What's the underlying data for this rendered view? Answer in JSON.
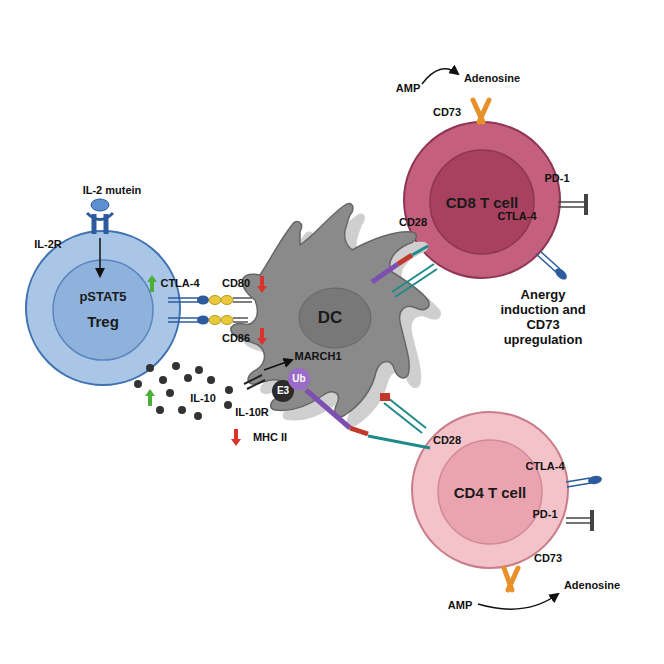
{
  "diagram": {
    "nodes": [
      {
        "text": [
          "CD8 T cell"
        ]
      },
      {
        "text": [
          "pSTAT5",
          "Treg"
        ]
      },
      {
        "text": [
          "DC"
        ]
      },
      {
        "text": [
          "E3"
        ],
        "in": 2
      },
      {
        "text": [
          "Ub"
        ],
        "in": 2
      },
      {
        "text": [
          "CD4 T cell"
        ]
      }
    ],
    "labels": [
      "AMP",
      "Adenosine",
      "CD73",
      "IL-2 mutein",
      "PD-1",
      "CTLA-4",
      "CD28",
      "IL-2R",
      "CTLA-4",
      "CD80",
      "Anergy induction and CD73 upregulation",
      "CD86",
      "MARCH1",
      "IL-10",
      "IL-10R",
      "MHC II",
      "CD28",
      "CTLA-4",
      "PD-1",
      "CD73",
      "Adenosine",
      "AMP"
    ]
  }
}
